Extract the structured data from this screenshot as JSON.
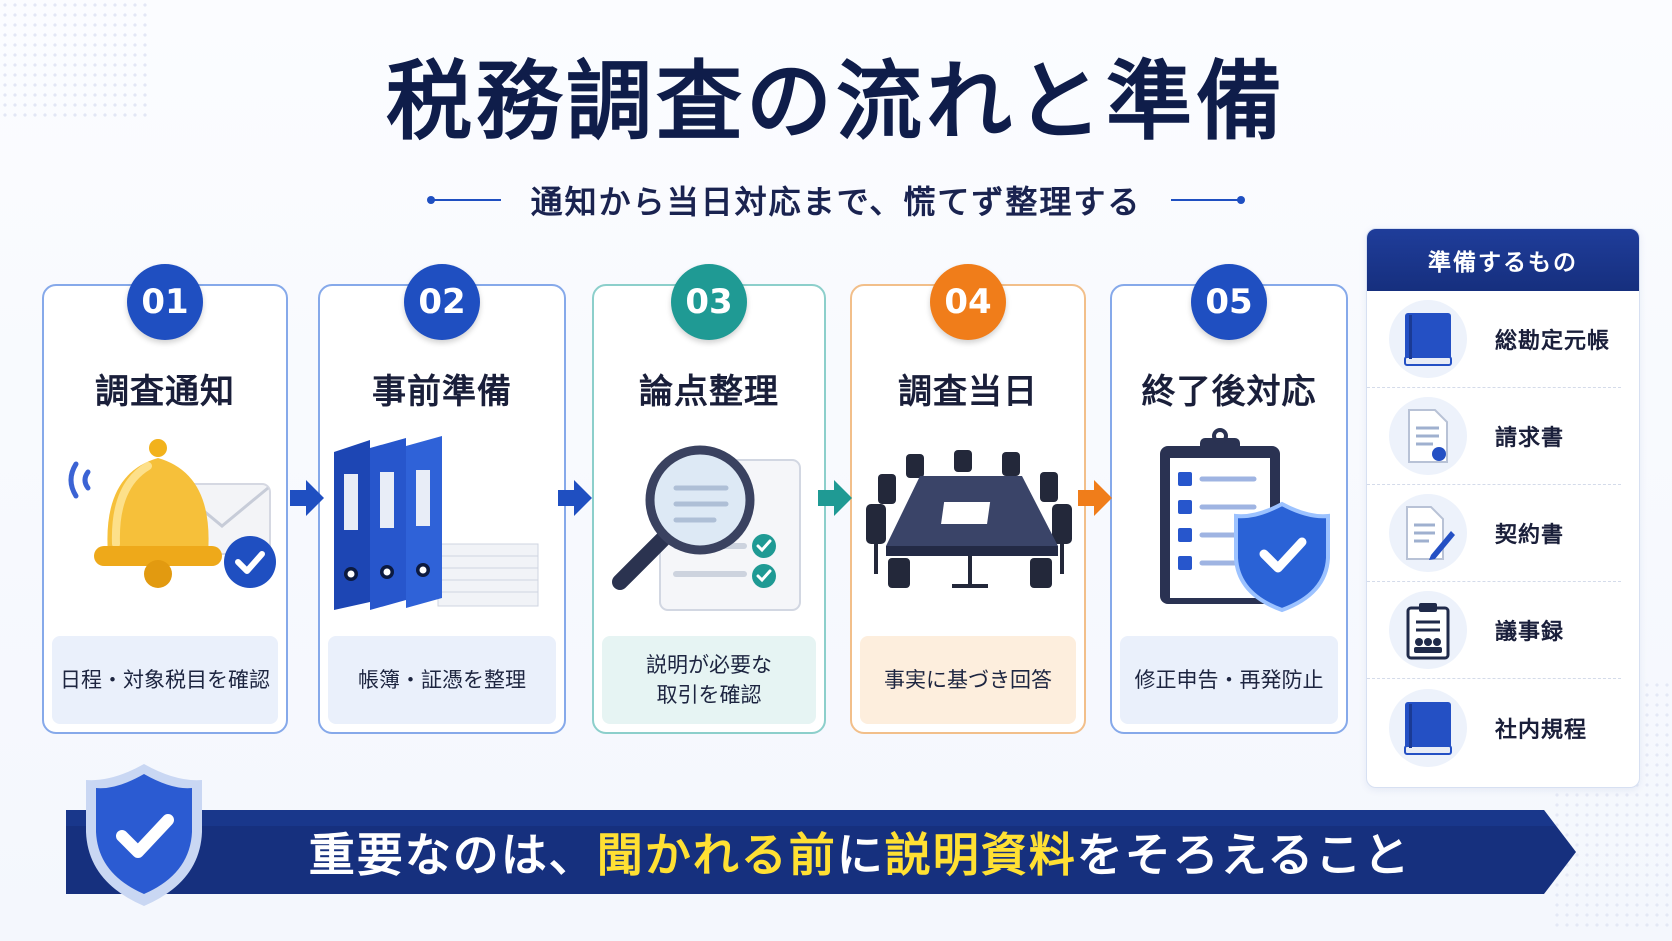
{
  "title": "税務調査の流れと準備",
  "subtitle": "通知から当日対応まで、慌てず整理する",
  "colors": {
    "navy": "#16307e",
    "blue": "#1f4fc1",
    "teal": "#1f9a94",
    "orange": "#f07d1a",
    "highlight": "#ffe033"
  },
  "steps": [
    {
      "num": "01",
      "title": "調査通知",
      "note": "日程・対象税目を確認",
      "icon": "bell-mail-check-icon"
    },
    {
      "num": "02",
      "title": "事前準備",
      "note": "帳簿・証憑を整理",
      "icon": "binders-documents-icon"
    },
    {
      "num": "03",
      "title": "論点整理",
      "note": "説明が必要な\n取引を確認",
      "icon": "magnifier-checklist-icon"
    },
    {
      "num": "04",
      "title": "調査当日",
      "note": "事実に基づき回答",
      "icon": "meeting-table-icon"
    },
    {
      "num": "05",
      "title": "終了後対応",
      "note": "修正申告・再発防止",
      "icon": "clipboard-shield-icon"
    }
  ],
  "prep": {
    "heading": "準備するもの",
    "items": [
      {
        "label": "総勘定元帳",
        "icon": "ledger-book-icon"
      },
      {
        "label": "請求書",
        "icon": "invoice-document-icon"
      },
      {
        "label": "契約書",
        "icon": "contract-pen-icon"
      },
      {
        "label": "議事録",
        "icon": "minutes-clipboard-icon"
      },
      {
        "label": "社内規程",
        "icon": "rules-book-icon"
      }
    ]
  },
  "banner": {
    "part1": "重要なのは、",
    "part2": "聞かれる前",
    "part3": "に",
    "part4": "説明資料",
    "part5": "をそろえること"
  }
}
